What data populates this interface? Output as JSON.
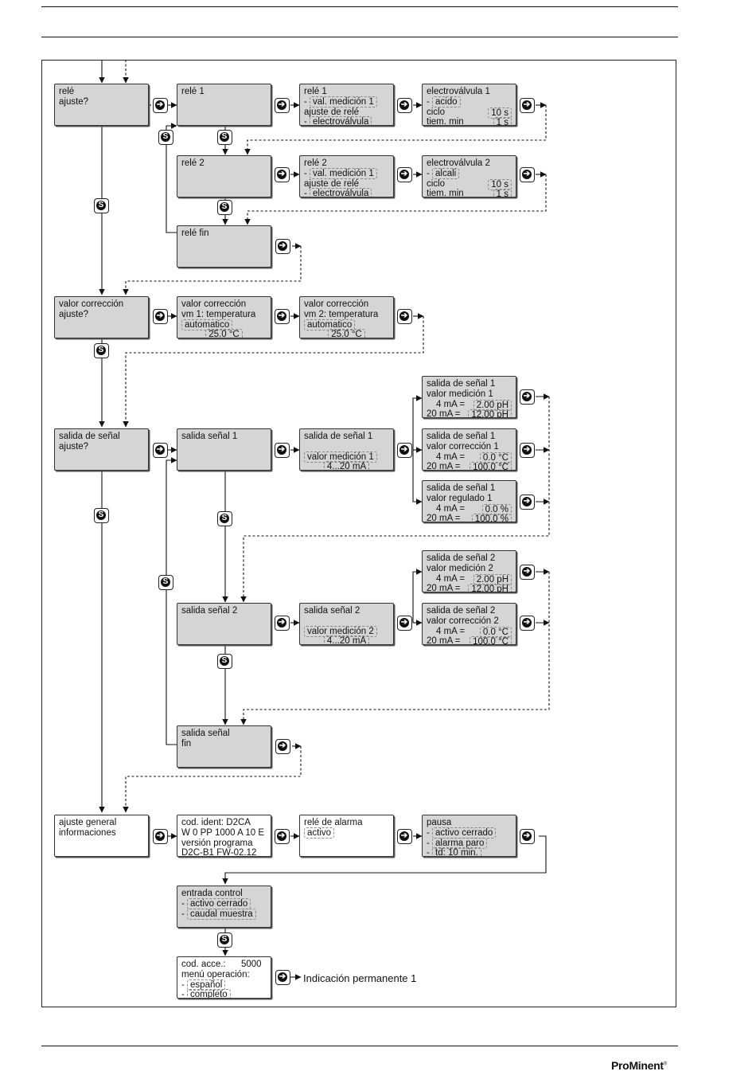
{
  "boxes": {
    "rele_ajuste": [
      "relé",
      "ajuste?"
    ],
    "rele1": [
      "relé 1"
    ],
    "rele1_cfg": {
      "l1": "relé 1",
      "l2a": "- ",
      "l2b": "val. medición 1",
      "l3": "ajuste de relé",
      "l4a": "- ",
      "l4b": "electroválvula"
    },
    "ev1": {
      "l1": "electroválvula 1",
      "l2a": "- ",
      "l2b": "acido",
      "l3a": "ciclo",
      "l3b": "10 s",
      "l4a": "tiem. min",
      "l4b": "1 s"
    },
    "rele2": [
      "relé 2"
    ],
    "rele2_cfg": {
      "l1": "relé 2",
      "l2a": "- ",
      "l2b": "val. medición 1",
      "l3": "ajuste de relé",
      "l4a": "- ",
      "l4b": "electroválvula"
    },
    "ev2": {
      "l1": "electroválvula 2",
      "l2a": "- ",
      "l2b": "alcali",
      "l3a": "ciclo",
      "l3b": "10 s",
      "l4a": "tiem. min",
      "l4b": "1 s"
    },
    "rele_fin": [
      "relé fin"
    ],
    "vc_ajuste": [
      "valor corrección",
      "ajuste?"
    ],
    "vc1": {
      "l1": "valor corrección",
      "l2": "vm 1: temperatura",
      "l3": "automatico",
      "l4": "25.0 °C"
    },
    "vc2": {
      "l1": "valor corrección",
      "l2": "vm 2: temperatura",
      "l3": "automatico",
      "l4": "25.0 °C"
    },
    "ss_ajuste": [
      "salida de señal",
      "ajuste?"
    ],
    "ss1": [
      "salida señal 1"
    ],
    "ss1_cfg": {
      "l1": "salida de señal 1",
      "l3": "valor medición 1",
      "l4": "4...20 mA"
    },
    "ss1_vm": {
      "l1": "salida de señal 1",
      "l2": "valor medición 1",
      "l3a": "4 mA =",
      "l3b": "2.00 pH",
      "l4a": "20 mA =",
      "l4b": "12.00 pH"
    },
    "ss1_vc": {
      "l1": "salida de señal 1",
      "l2": "valor corrección 1",
      "l3a": "4 mA =",
      "l3b": "0.0 °C",
      "l4a": "20 mA =",
      "l4b": "100.0 °C"
    },
    "ss1_vr": {
      "l1": "salida de señal 1",
      "l2": "valor regulado 1",
      "l3a": "4 mA =",
      "l3b": "0.0 %",
      "l4a": "20 mA =",
      "l4b": "100.0 %"
    },
    "ss2": [
      "salida señal 2"
    ],
    "ss2_cfg": {
      "l1": "salida señal 2",
      "l3": "valor medición 2",
      "l4": "4...20 mA"
    },
    "ss2_vm": {
      "l1": "salida de señal 2",
      "l2": "valor medición 2",
      "l3a": "4 mA =",
      "l3b": "2.00 pH",
      "l4a": "20 mA =",
      "l4b": "12.00 pH"
    },
    "ss2_vc": {
      "l1": "salida de señal 2",
      "l2": "valor corrección 2",
      "l3a": "4 mA =",
      "l3b": "0.0 °C",
      "l4a": "20 mA =",
      "l4b": "100.0 °C"
    },
    "ss_fin": [
      "salida señal",
      "fin"
    ],
    "ag": [
      "ajuste general",
      "informaciones"
    ],
    "cod_ident": [
      "cod. ident: D2CA",
      "W 0 PP 1000 A 10 E",
      "versión programa",
      "D2C-B1 FW-02.12"
    ],
    "rele_alarma": {
      "l1": "relé de alarma",
      "l2": "activo"
    },
    "pausa": {
      "l1": "pausa",
      "l2a": "- ",
      "l2b": "activo cerrado",
      "l3a": "- ",
      "l3b": "alarma paro",
      "l4a": "- ",
      "l4b": "td: 10 min."
    },
    "entrada": {
      "l1": "entrada control",
      "l2a": "- ",
      "l2b": "activo cerrado",
      "l3a": "- ",
      "l3b": "caudal muestra"
    },
    "cod_acce": {
      "l1a": "cod. acce.:",
      "l1b": "5000",
      "l2": "menú operación:",
      "l3a": "- ",
      "l3b": "español",
      "l4a": "- ",
      "l4b": "completo"
    }
  },
  "indicacion": "Indicación permanente 1",
  "brand": {
    "name": "ProMinent",
    "mark": "®"
  },
  "icons": {
    "enter_key": "enter-key-icon",
    "scroll_key": "scroll-key-icon"
  }
}
